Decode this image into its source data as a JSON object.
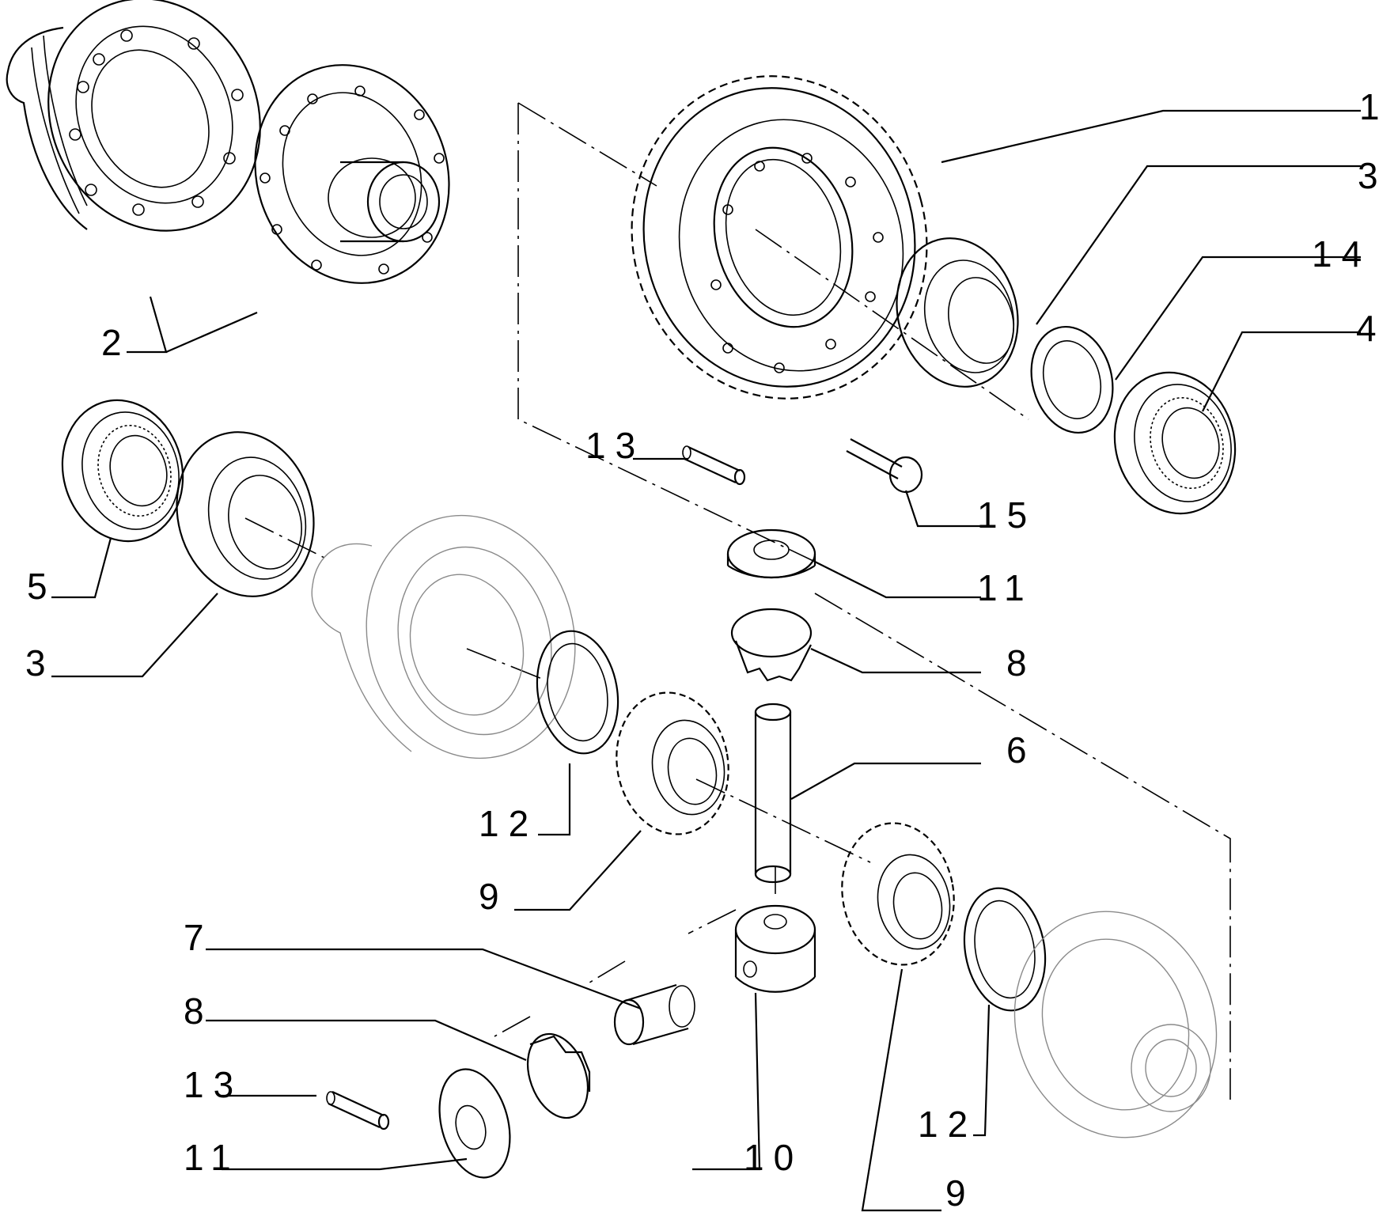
{
  "diagram": {
    "callouts": {
      "c1": "1",
      "c2": "2",
      "c3_top": "3",
      "c3_left": "3",
      "c4": "4",
      "c5": "5",
      "c6": "6",
      "c7": "7",
      "c8_mid": "8",
      "c8_low": "8",
      "c9_mid": "9",
      "c9_low": "9",
      "c10": "10",
      "c11_mid": "11",
      "c11_low": "11",
      "c12_left": "12",
      "c12_right": "12",
      "c13_mid": "13",
      "c13_low": "13",
      "c14": "14",
      "c15": "15"
    }
  }
}
